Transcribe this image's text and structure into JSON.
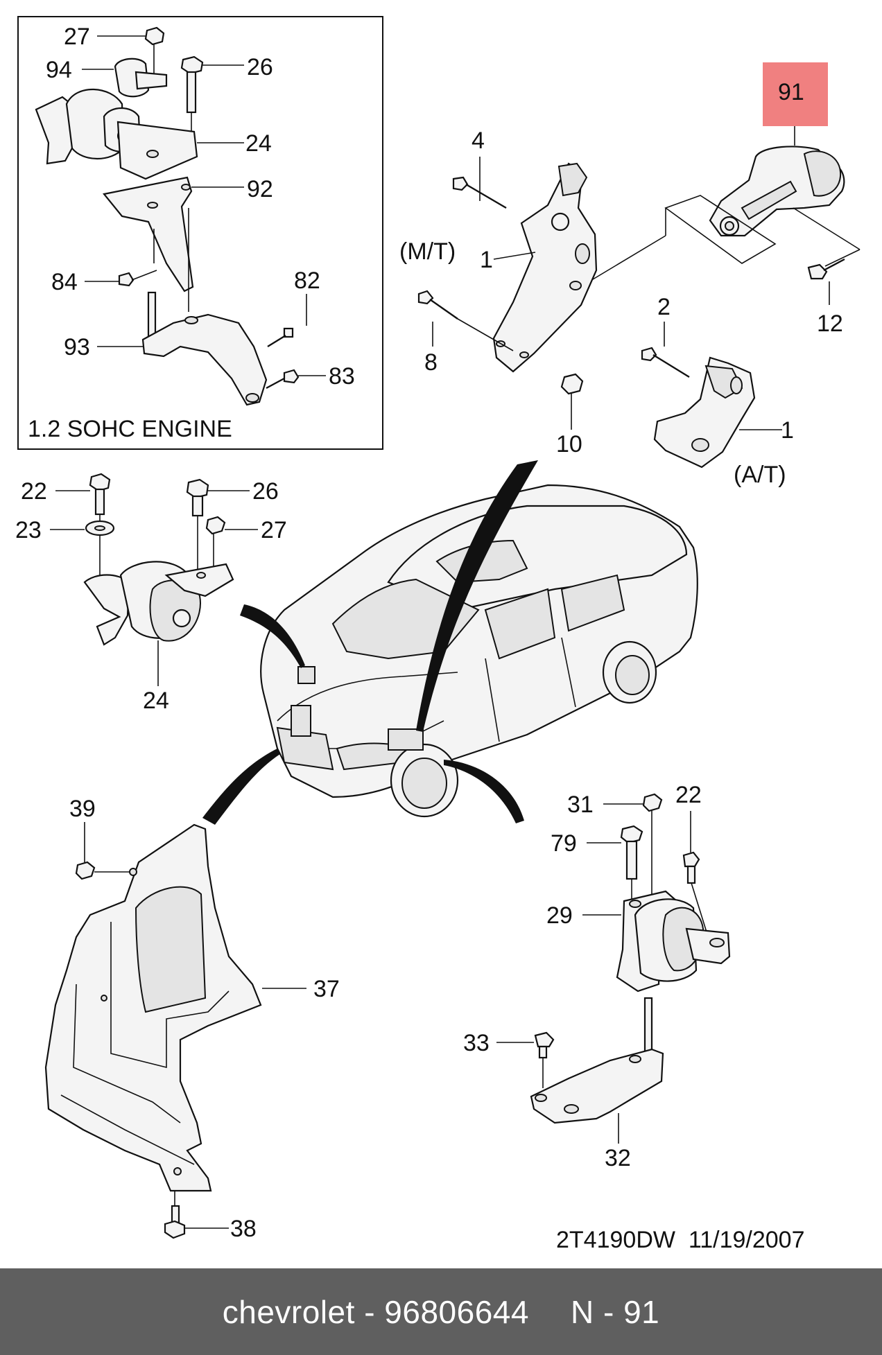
{
  "inset": {
    "title": "1.2 SOHC ENGINE"
  },
  "labels": {
    "inset_27": "27",
    "inset_94": "94",
    "inset_26": "26",
    "inset_24": "24",
    "inset_92": "92",
    "inset_84": "84",
    "inset_82": "82",
    "inset_93": "93",
    "inset_83": "83",
    "mt": "(M/T)",
    "at": "(A/T)",
    "p4": "4",
    "p1_mt": "1",
    "p8": "8",
    "p10": "10",
    "p2": "2",
    "p1_at": "1",
    "p12": "12",
    "p91": "91",
    "p22": "22",
    "p23": "23",
    "p26": "26",
    "p27": "27",
    "p24": "24",
    "p39": "39",
    "p37": "37",
    "p38": "38",
    "p31": "31",
    "p79": "79",
    "p22b": "22",
    "p29": "29",
    "p33": "33",
    "p32": "32"
  },
  "doc_ref": "2T4190DW  11/19/2007",
  "footer": {
    "brand": "chevrolet - 96806644",
    "page": "N - 91"
  },
  "colors": {
    "highlight": "#f08080",
    "footer_bg": "#5f5f5f"
  }
}
